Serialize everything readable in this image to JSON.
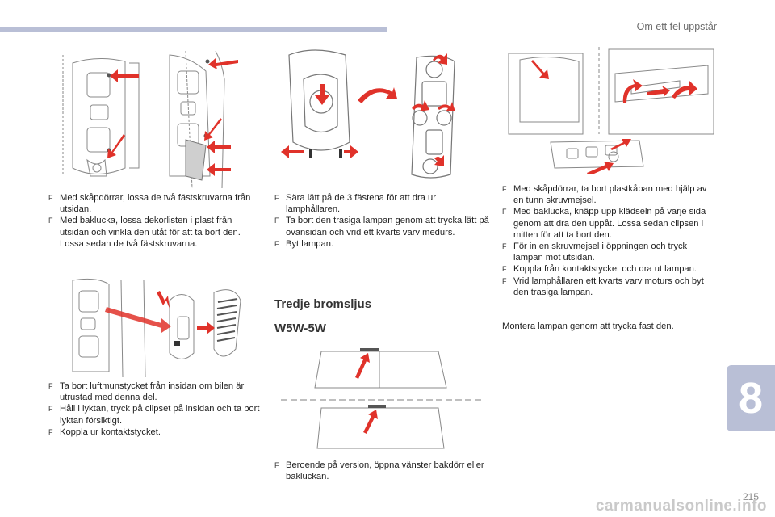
{
  "header": {
    "section_title": "Om ett fel uppstår"
  },
  "col1_top": {
    "bullets": [
      "Med skåpdörrar, lossa de två fästskruvarna från utsidan.",
      "Med baklucka, lossa dekorlisten i plast från utsidan och vinkla den utåt för att ta bort den. Lossa sedan de två fästskruvarna."
    ]
  },
  "col2_top": {
    "bullets": [
      "Sära lätt på de 3 fästena för att dra ur lamphållaren.",
      "Ta bort den trasiga lampan genom att trycka lätt på ovansidan och vrid ett kvarts varv medurs.",
      "Byt lampan."
    ]
  },
  "col3_top": {
    "bullets": [
      "Med skåpdörrar, ta bort plastkåpan med hjälp av en tunn skruvmejsel.",
      "Med baklucka, knäpp upp klädseln på varje sida genom att dra den uppåt. Lossa sedan clipsen i mitten för att ta bort den.",
      "För in en skruvmejsel i öppningen och tryck lampan mot utsidan.",
      "Koppla från kontaktstycket och dra ut lampan.",
      "Vrid lamphållaren ett kvarts varv moturs och byt den trasiga lampan."
    ],
    "closing": "Montera lampan genom att trycka fast den."
  },
  "col1_bottom": {
    "bullets": [
      "Ta bort luftmunstycket från insidan om bilen är utrustad med denna del.",
      "Håll i lyktan, tryck på clipset på insidan och ta bort lyktan försiktigt.",
      "Koppla ur kontaktstycket."
    ]
  },
  "brake_light": {
    "title": "Tredje bromsljus",
    "bulb": "W5W-5W",
    "bullets": [
      "Beroende på version, öppna vänster bakdörr eller bakluckan."
    ]
  },
  "bullet_symbol": "F",
  "chapter_number": "8",
  "page_number": "215",
  "watermark": "carmanualsonline.info",
  "colors": {
    "accent_bar": "#b9bfd6",
    "arrow_red": "#e0322a"
  }
}
